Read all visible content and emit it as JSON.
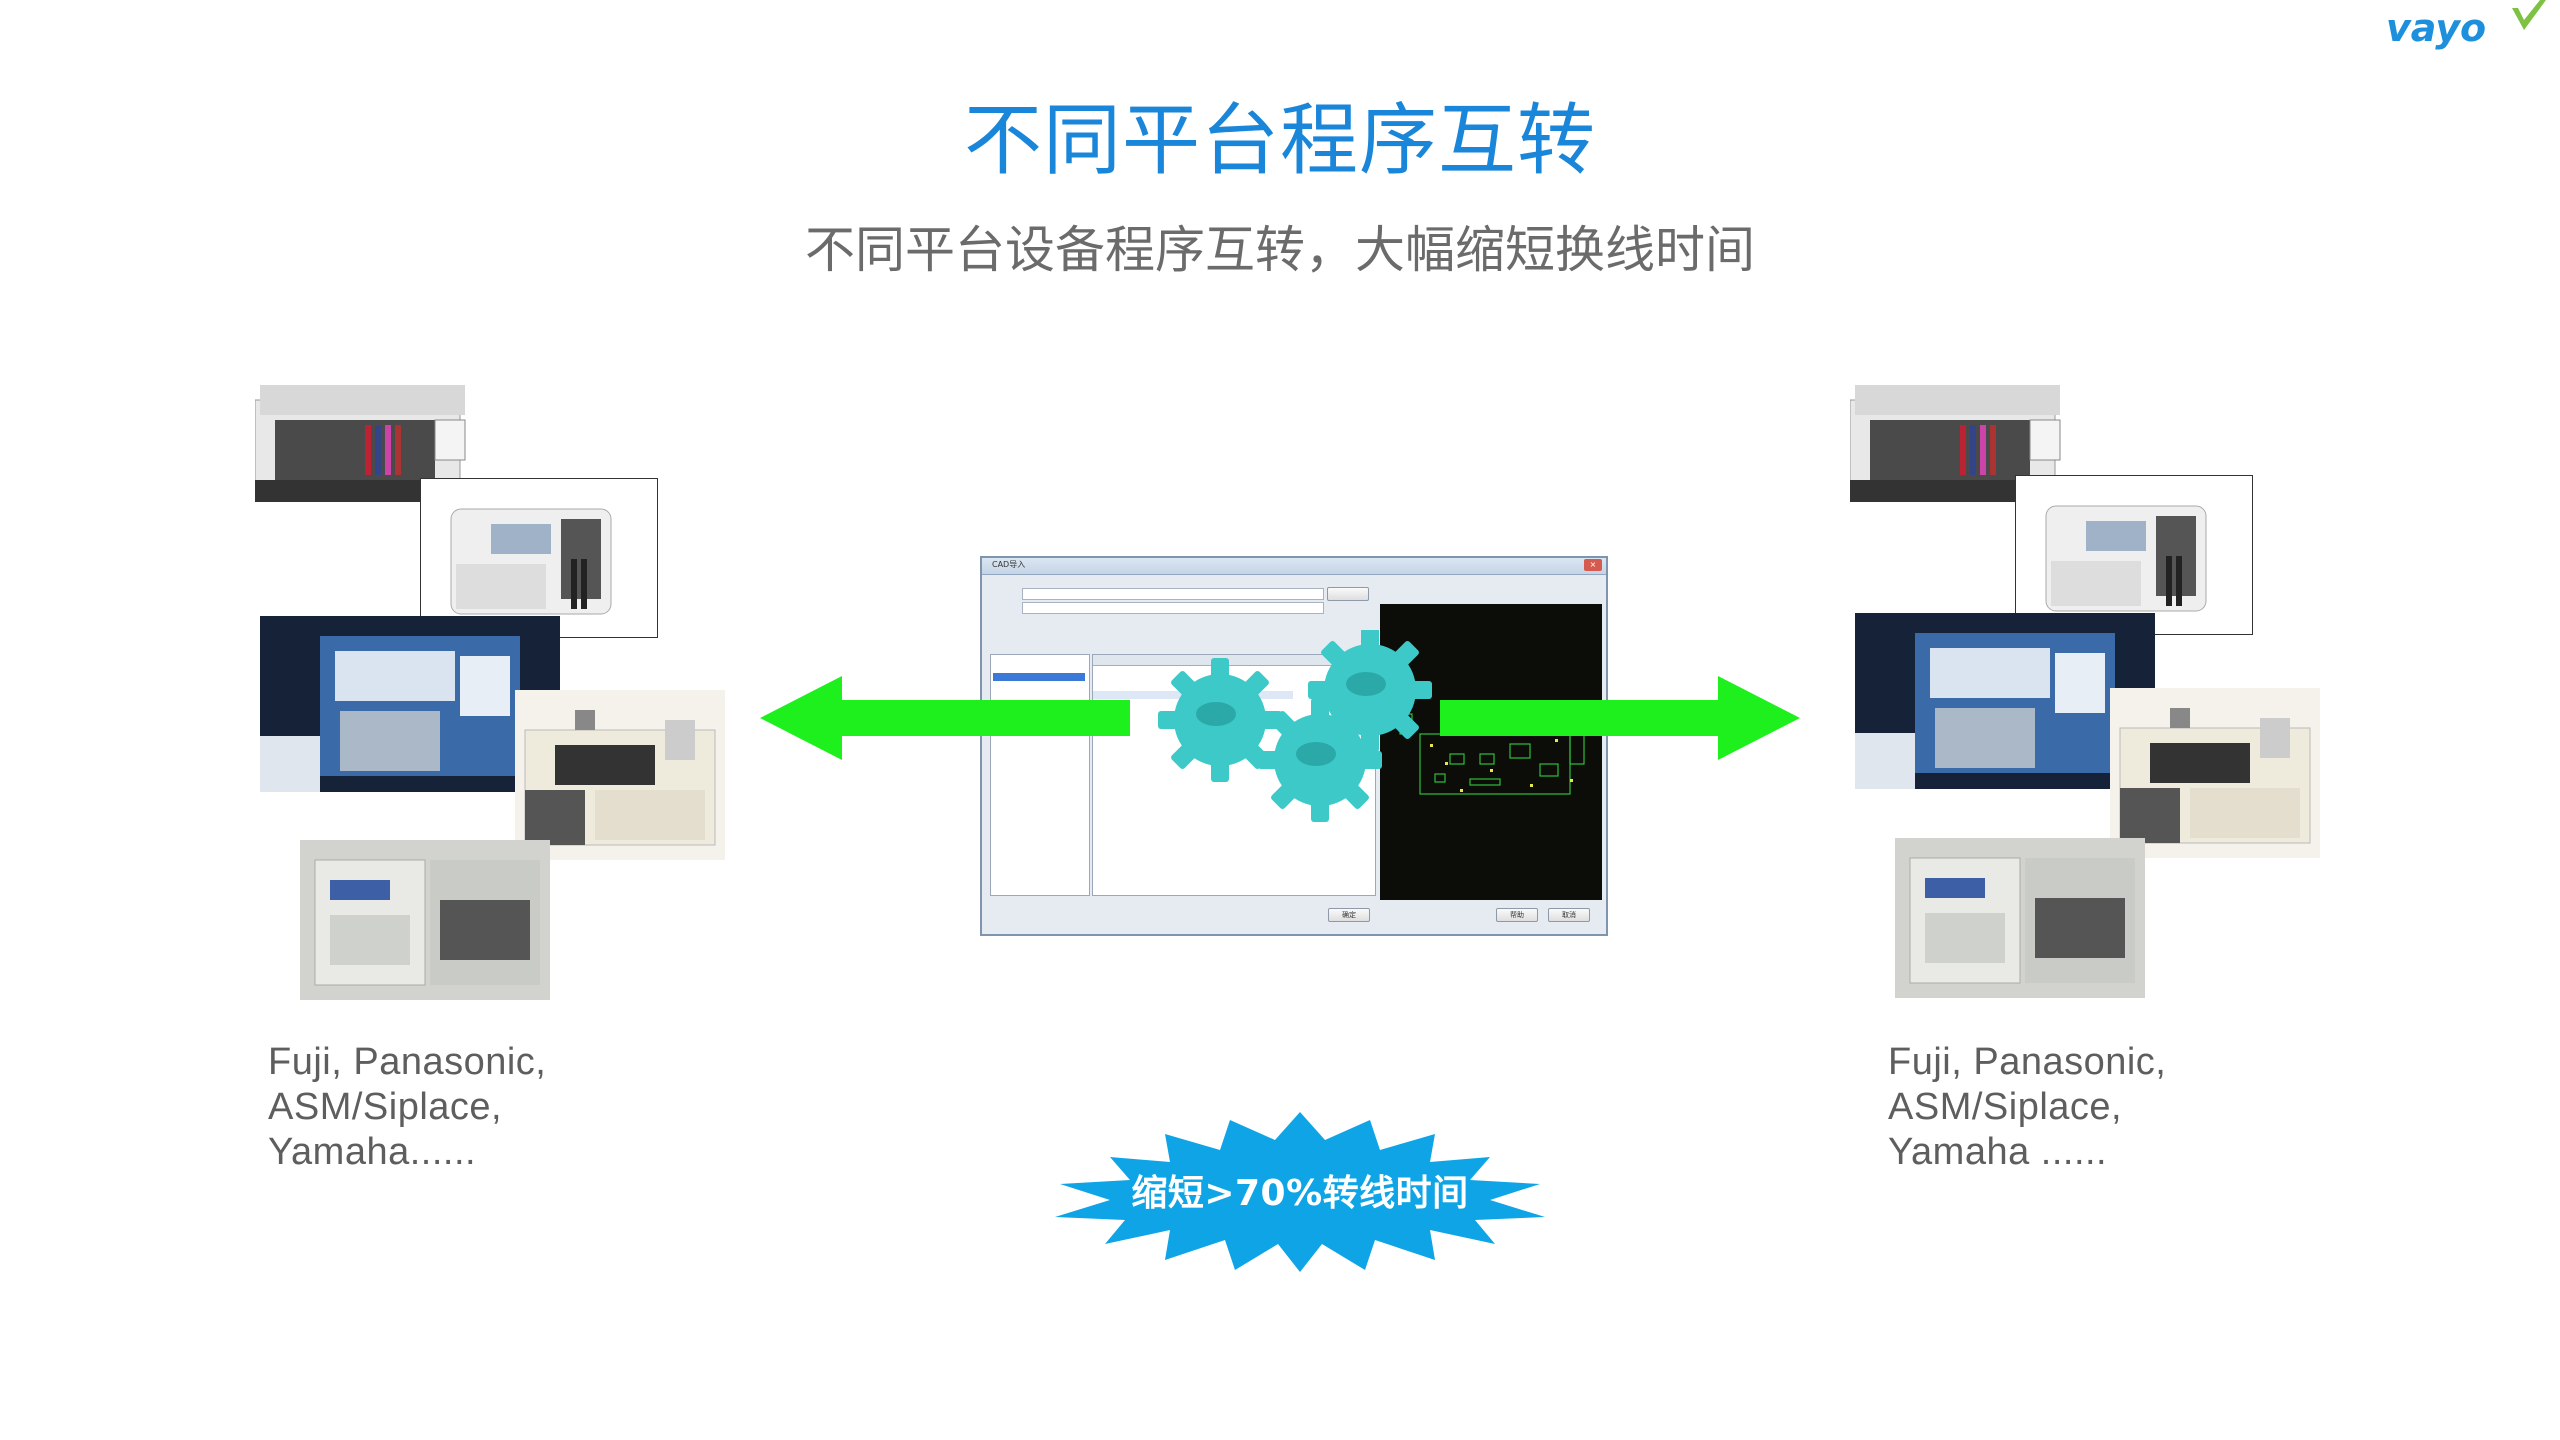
{
  "logo": {
    "text": "vayo"
  },
  "header": {
    "title": "不同平台程序互转",
    "subtitle": "不同平台设备程序互转，大幅缩短换线时间"
  },
  "left_panel": {
    "brands": [
      "Fuji, Panasonic,",
      "ASM/Siplace,",
      "Yamaha......"
    ]
  },
  "right_panel": {
    "brands": [
      "Fuji, Panasonic,",
      "ASM/Siplace,",
      "Yamaha ......"
    ]
  },
  "center_window": {
    "title": "CAD导入",
    "ok_label": "确定",
    "cancel_label": "取消",
    "help_label": "帮助"
  },
  "badge": {
    "text": "缩短>70%转线时间"
  },
  "colors": {
    "title": "#1a86d9",
    "subtitle": "#6b6b6b",
    "arrow": "#22ee22",
    "burst": "#0ea4e6",
    "gear": "#39c7c6",
    "logo": "#1d8fdc"
  }
}
